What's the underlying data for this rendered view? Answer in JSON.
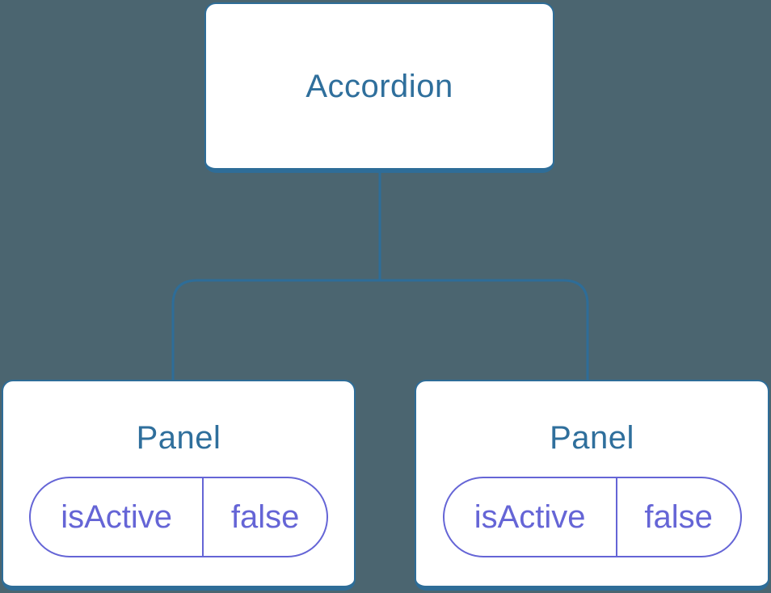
{
  "colors": {
    "background": "#4B6570",
    "node_fill": "#FFFFFF",
    "node_border": "#2E6D98",
    "node_title": "#2F6F9C",
    "connector": "#2E6D98",
    "state_accent": "#6565D6"
  },
  "tree": {
    "root": {
      "label": "Accordion"
    },
    "children": [
      {
        "label": "Panel",
        "state": {
          "key": "isActive",
          "value": "false"
        }
      },
      {
        "label": "Panel",
        "state": {
          "key": "isActive",
          "value": "false"
        }
      }
    ]
  }
}
